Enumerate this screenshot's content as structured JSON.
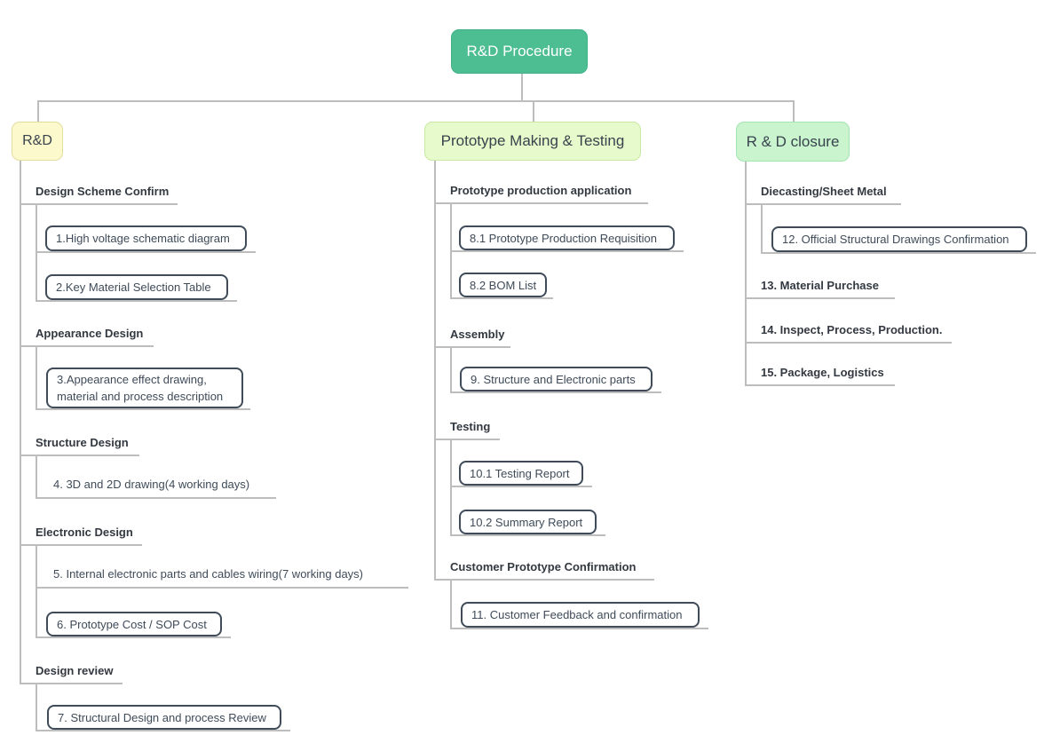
{
  "colors": {
    "root_fill": "#4dbd92",
    "root_text": "#ffffff",
    "branch_rd_fill": "#fcf9cc",
    "branch_prototype_fill": "#e6facb",
    "branch_closure_fill": "#c9f4ce",
    "topic_border": "#3f4b59",
    "connector_line": "#bdbdbd"
  },
  "tree": {
    "root_label": "R&D Procedure",
    "branches": [
      {
        "label": "R&D",
        "sections": [
          {
            "title": "Design Scheme Confirm",
            "items": [
              {
                "text": "1.High voltage schematic diagram",
                "style": "boxed"
              },
              {
                "text": "2.Key Material Selection Table",
                "style": "boxed"
              }
            ]
          },
          {
            "title": "Appearance Design",
            "items": [
              {
                "text": "3.Appearance effect drawing,\nmaterial and process description",
                "style": "boxed"
              }
            ]
          },
          {
            "title": "Structure Design",
            "items": [
              {
                "text": "4. 3D and 2D drawing(4 working days)",
                "style": "underline"
              }
            ]
          },
          {
            "title": "Electronic Design",
            "items": [
              {
                "text": "5. Internal electronic parts and cables wiring(7 working days)",
                "style": "underline"
              },
              {
                "text": "6. Prototype Cost / SOP Cost",
                "style": "boxed"
              }
            ]
          },
          {
            "title": "Design review",
            "items": [
              {
                "text": "7. Structural Design and process Review",
                "style": "boxed"
              }
            ]
          }
        ]
      },
      {
        "label": "Prototype Making & Testing",
        "sections": [
          {
            "title": "Prototype production application",
            "items": [
              {
                "text": "8.1 Prototype Production Requisition",
                "style": "boxed"
              },
              {
                "text": "8.2 BOM List",
                "style": "boxed"
              }
            ]
          },
          {
            "title": "Assembly",
            "items": [
              {
                "text": "9. Structure and Electronic parts",
                "style": "boxed"
              }
            ]
          },
          {
            "title": "Testing",
            "items": [
              {
                "text": "10.1 Testing Report",
                "style": "boxed"
              },
              {
                "text": "10.2 Summary Report",
                "style": "boxed"
              }
            ]
          },
          {
            "title": "Customer Prototype Confirmation",
            "items": [
              {
                "text": "11. Customer Feedback and confirmation",
                "style": "boxed"
              }
            ]
          }
        ]
      },
      {
        "label": "R & D closure",
        "sections": [
          {
            "title": "Diecasting/Sheet Metal",
            "items": [
              {
                "text": "12. Official Structural Drawings Confirmation",
                "style": "boxed"
              }
            ]
          },
          {
            "title": "13. Material Purchase",
            "items": []
          },
          {
            "title": "14. Inspect, Process, Production.",
            "items": []
          },
          {
            "title": "15. Package, Logistics",
            "items": []
          }
        ]
      }
    ]
  }
}
